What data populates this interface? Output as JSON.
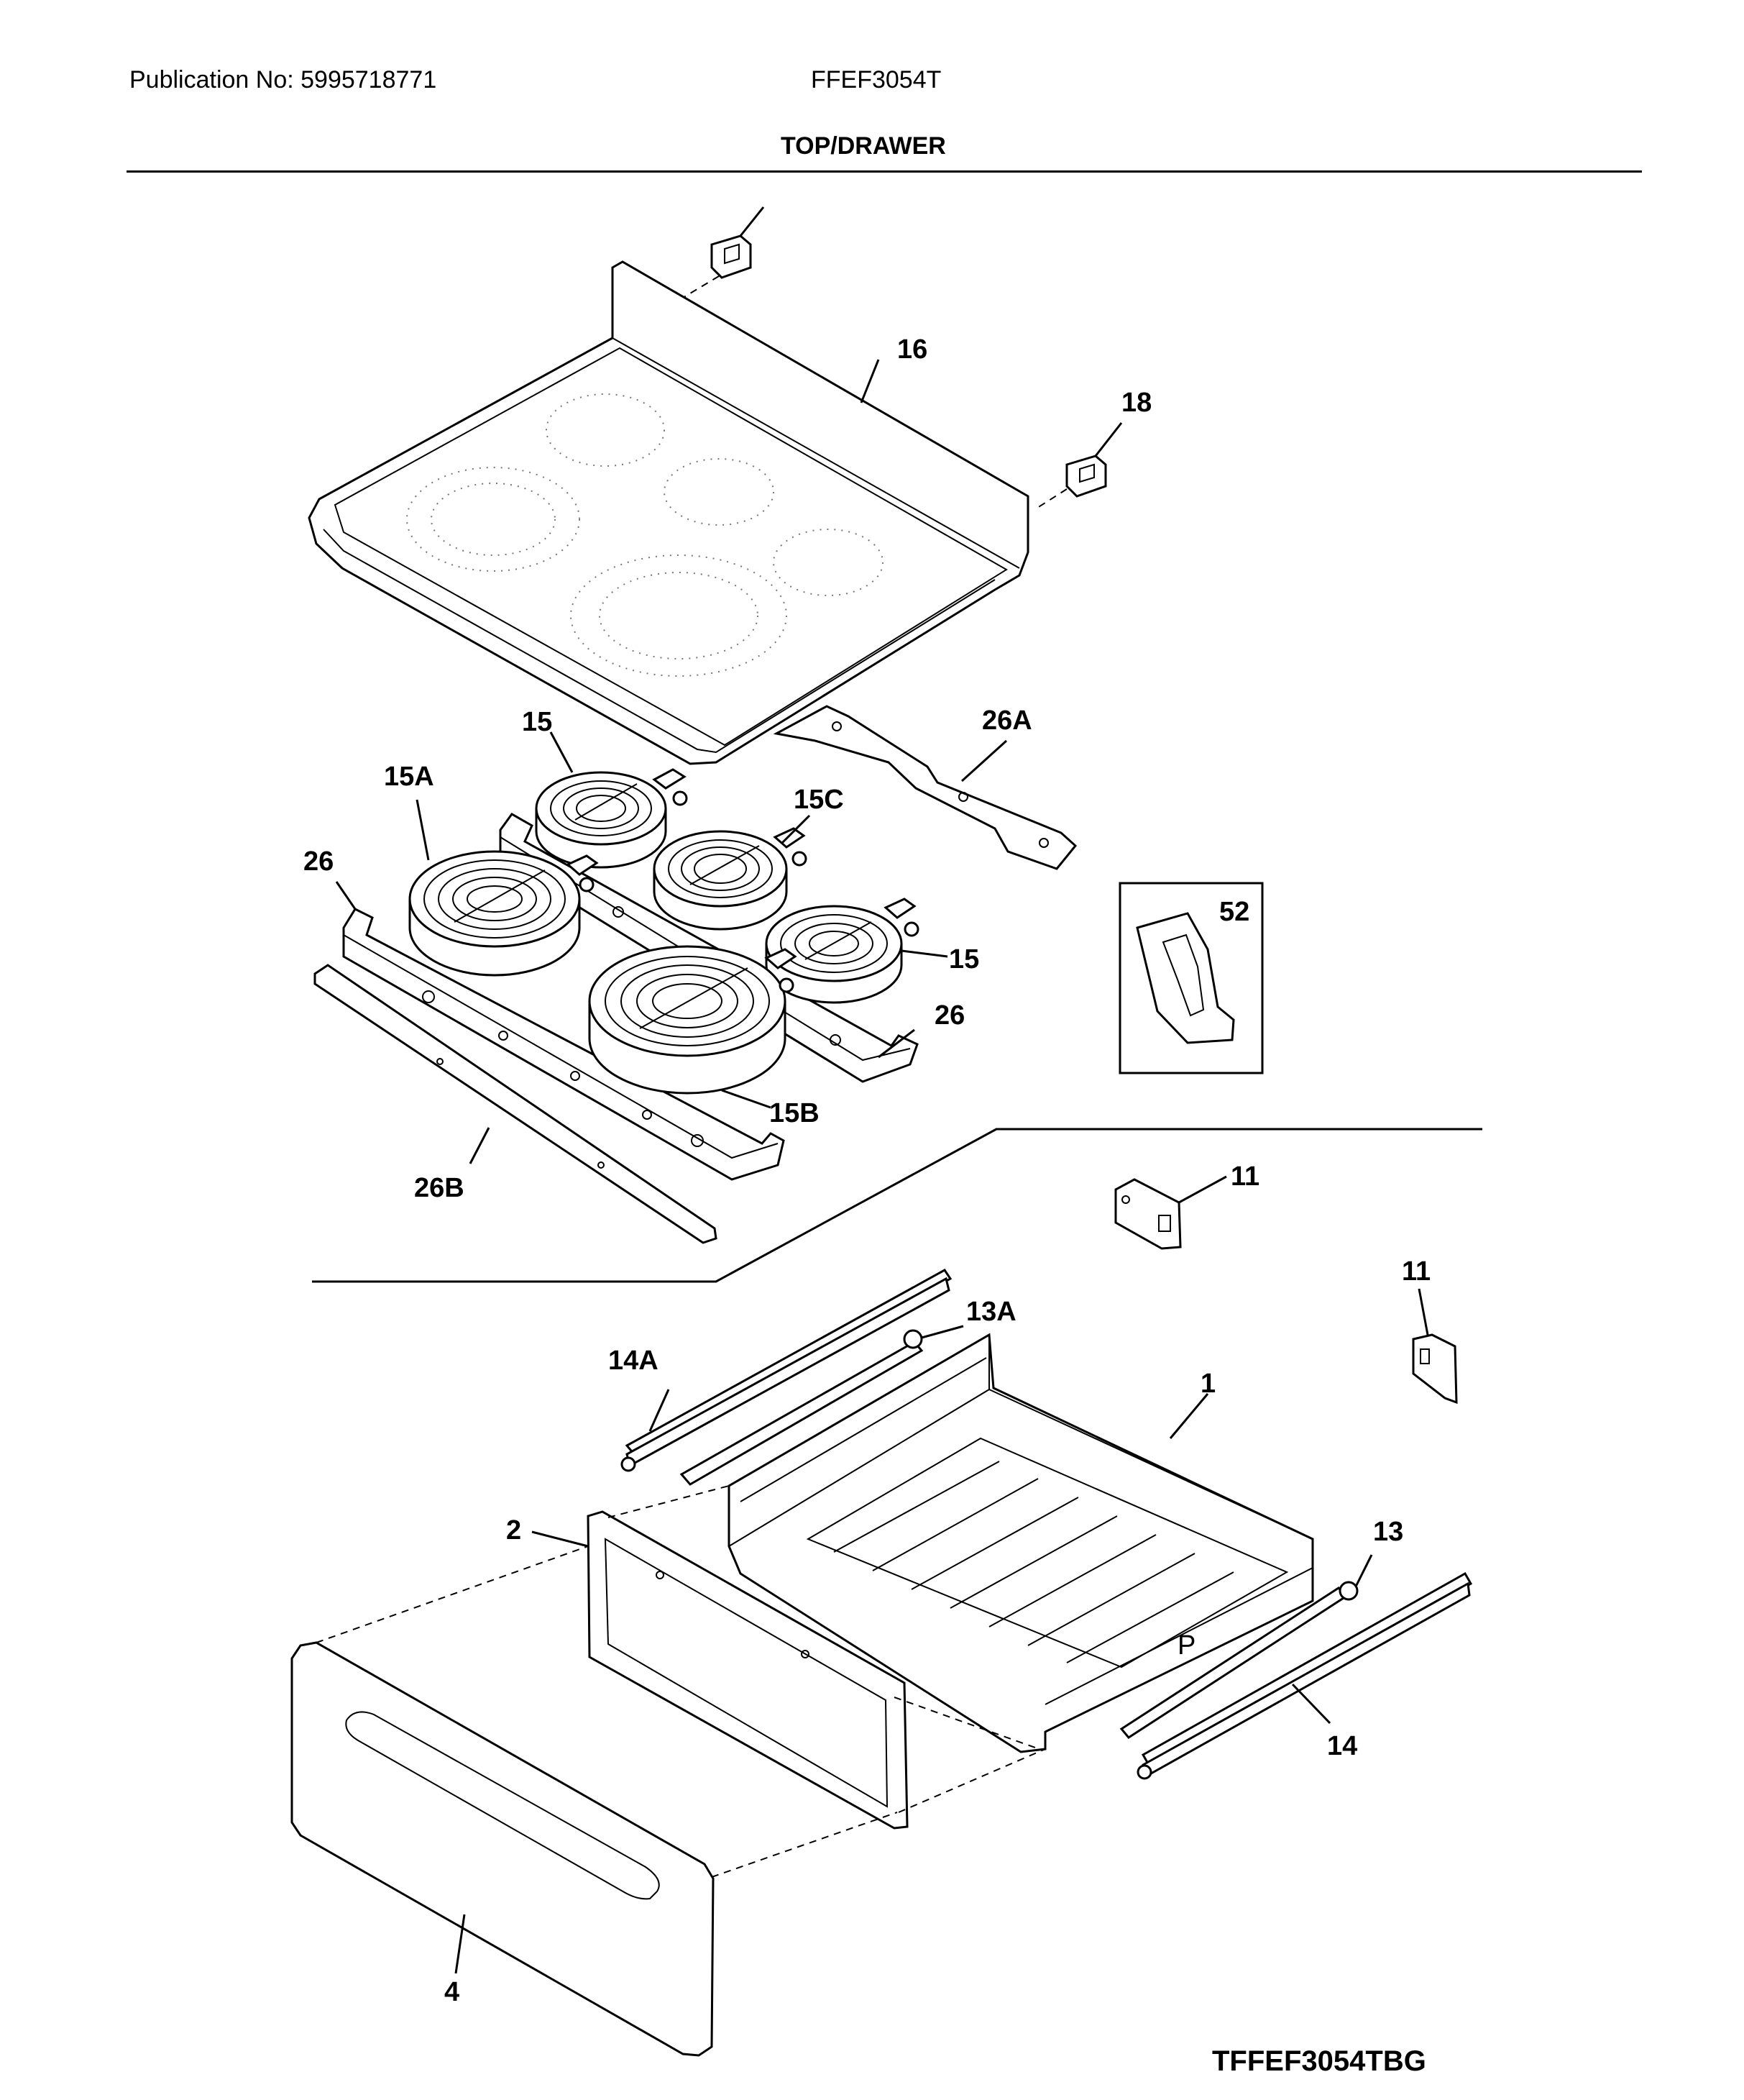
{
  "header": {
    "publication": "Publication No: 5995718771",
    "model": "FFEF3054T",
    "section_title": "TOP/DRAWER"
  },
  "footer": {
    "diagram_code": "TFFEF3054TBG"
  },
  "callouts": {
    "p16": "16",
    "p18": "18",
    "p15_top": "15",
    "p15a": "15A",
    "p15c": "15C",
    "p26a": "26A",
    "p26_left": "26",
    "p52": "52",
    "p15_right": "15",
    "p26_right": "26",
    "p15b": "15B",
    "p26b": "26B",
    "p11_a": "11",
    "p11_b": "11",
    "p13a": "13A",
    "p14a": "14A",
    "p1": "1",
    "p2": "2",
    "p13": "13",
    "p14": "14",
    "p4": "4"
  }
}
